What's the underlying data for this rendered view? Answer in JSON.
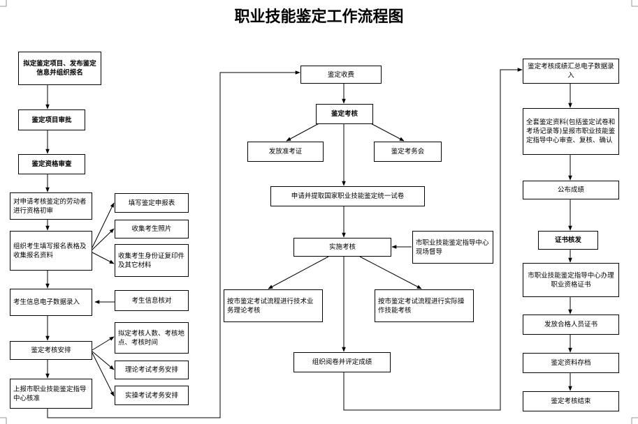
{
  "title": "职业技能鉴定工作流程图",
  "nodes": {
    "n1": "拟定鉴定项目、发布鉴定信息并组织报名",
    "n2": "鉴定项目审批",
    "n3": "鉴定资格审查",
    "n4": "对申请考核鉴定的劳动者进行资格初审",
    "n5": "组织考生填写报名表格及收集报名资料",
    "n6": "考生信息电子数据录入",
    "n7": "鉴定考核安排",
    "n8": "上报市职业技能鉴定指导中心核准",
    "s1": "填写鉴定申报表",
    "s2": "收集考生照片",
    "s3": "收集考生身份证复印件及其它材料",
    "s4": "考生信息核对",
    "s5": "拟定考核人数、考核地点、考核时间",
    "s6": "理论考试考务安排",
    "s7": "实操考试考务安排",
    "m1": "鉴定收费",
    "m2": "鉴定考核",
    "m3": "发放准考证",
    "m4": "鉴定考务会",
    "m5": "申请并提取国家职业技能鉴定统一试卷",
    "m6": "实施考核",
    "m7": "市职业技能鉴定指导中心现场督导",
    "m8": "按市鉴定考试流程进行技术业务理论考核",
    "m9": "按市鉴定考试流程进行实际操作技能考核",
    "m10": "组织阅卷并评定成绩",
    "r1": "鉴定考核成绩汇总电子数据录入",
    "r2": "全套鉴定资料(包括鉴定试卷和考场记录等)呈报市职业技能鉴定指导中心审查、复核、确认",
    "r3": "公布成绩",
    "r4": "证书核发",
    "r5": "市职业技能鉴定指导中心办理职业资格证书",
    "r6": "发放合格人员证书",
    "r7": "鉴定资料存档",
    "r8": "鉴定考核结束"
  }
}
